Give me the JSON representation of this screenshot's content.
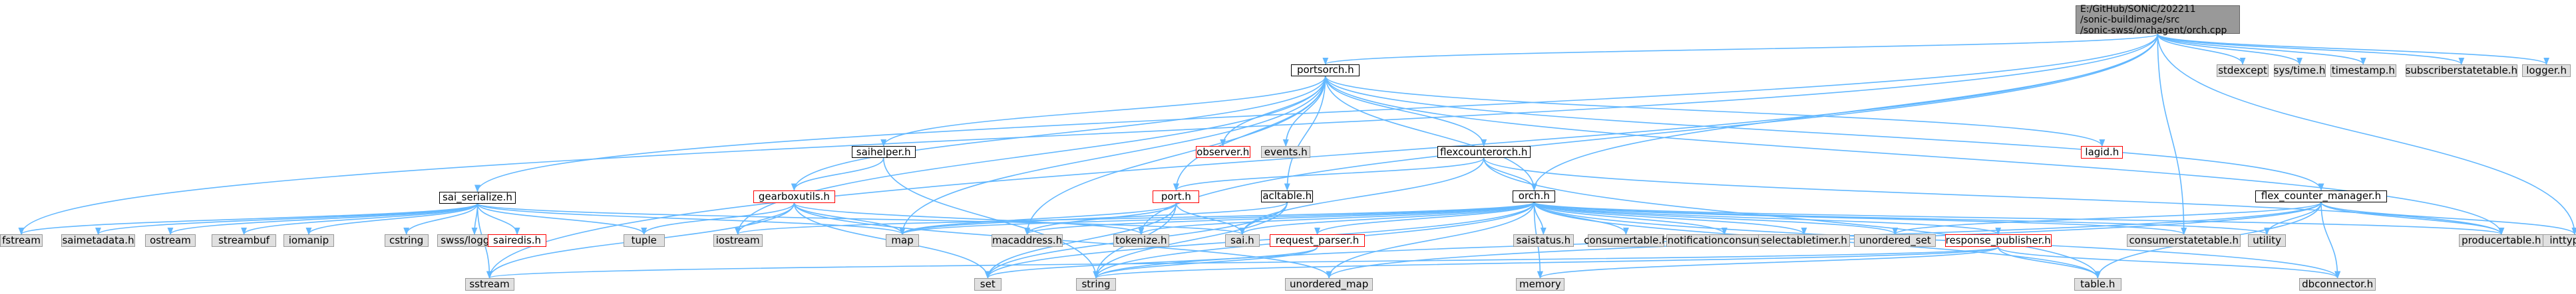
{
  "diagram": {
    "title": "",
    "nodes": [
      {
        "id": "orchcpp",
        "label": "E:/GitHub/SONiC/202211\n/sonic-buildimage/src\n/sonic-swss/orchagent/orch.cpp",
        "kind": "root"
      },
      {
        "id": "portsorch",
        "label": "portsorch.h",
        "kind": "proj"
      },
      {
        "id": "stdexcept",
        "label": "stdexcept",
        "kind": "sys"
      },
      {
        "id": "systime",
        "label": "sys/time.h",
        "kind": "sys"
      },
      {
        "id": "timestamp",
        "label": "timestamp.h",
        "kind": "sys"
      },
      {
        "id": "subscriber",
        "label": "subscriberstatetable.h",
        "kind": "sys"
      },
      {
        "id": "logger",
        "label": "logger.h",
        "kind": "sys"
      },
      {
        "id": "sairedis_ser",
        "label": "sai_serialize.h",
        "kind": "proj"
      },
      {
        "id": "saihelper",
        "label": "saihelper.h",
        "kind": "proj"
      },
      {
        "id": "observer",
        "label": "observer.h",
        "kind": "miss"
      },
      {
        "id": "events",
        "label": "events.h",
        "kind": "sys"
      },
      {
        "id": "flexcounterorch",
        "label": "flexcounterorch.h",
        "kind": "proj"
      },
      {
        "id": "lagid",
        "label": "lagid.h",
        "kind": "miss"
      },
      {
        "id": "gearboxutils",
        "label": "gearboxutils.h",
        "kind": "miss"
      },
      {
        "id": "porth",
        "label": "port.h",
        "kind": "miss"
      },
      {
        "id": "acltable",
        "label": "acltable.h",
        "kind": "proj"
      },
      {
        "id": "orchh",
        "label": "orch.h",
        "kind": "proj"
      },
      {
        "id": "flexmgr",
        "label": "flex_counter_manager.h",
        "kind": "proj"
      },
      {
        "id": "fstream",
        "label": "fstream",
        "kind": "sys"
      },
      {
        "id": "saimetadata",
        "label": "saimetadata.h",
        "kind": "sys"
      },
      {
        "id": "ostream",
        "label": "ostream",
        "kind": "sys"
      },
      {
        "id": "streambuf",
        "label": "streambuf",
        "kind": "sys"
      },
      {
        "id": "iomanip",
        "label": "iomanip",
        "kind": "sys"
      },
      {
        "id": "cstring",
        "label": "cstring",
        "kind": "sys"
      },
      {
        "id": "swsslogger",
        "label": "swss/logger.h",
        "kind": "sys"
      },
      {
        "id": "sairedish",
        "label": "sairedis.h",
        "kind": "miss"
      },
      {
        "id": "tuple",
        "label": "tuple",
        "kind": "sys"
      },
      {
        "id": "iostream",
        "label": "iostream",
        "kind": "sys"
      },
      {
        "id": "map",
        "label": "map",
        "kind": "sys"
      },
      {
        "id": "macaddress",
        "label": "macaddress.h",
        "kind": "sys"
      },
      {
        "id": "tokenize",
        "label": "tokenize.h",
        "kind": "sys"
      },
      {
        "id": "saih",
        "label": "sai.h",
        "kind": "sys"
      },
      {
        "id": "reqparser",
        "label": "request_parser.h",
        "kind": "miss"
      },
      {
        "id": "saistatus",
        "label": "saistatus.h",
        "kind": "sys"
      },
      {
        "id": "consumertable",
        "label": "consumertable.h",
        "kind": "sys"
      },
      {
        "id": "notifconsumer",
        "label": "notificationconsumer.h",
        "kind": "sys"
      },
      {
        "id": "selecttimer",
        "label": "selectabletimer.h",
        "kind": "sys"
      },
      {
        "id": "unordset",
        "label": "unordered_set",
        "kind": "sys"
      },
      {
        "id": "resppub",
        "label": "response_publisher.h",
        "kind": "miss"
      },
      {
        "id": "consumerstate",
        "label": "consumerstatetable.h",
        "kind": "sys"
      },
      {
        "id": "utility",
        "label": "utility",
        "kind": "sys"
      },
      {
        "id": "producertable",
        "label": "producertable.h",
        "kind": "sys"
      },
      {
        "id": "inttypes",
        "label": "inttypes.h",
        "kind": "sys"
      },
      {
        "id": "sstream",
        "label": "sstream",
        "kind": "sys"
      },
      {
        "id": "set",
        "label": "set",
        "kind": "sys"
      },
      {
        "id": "string",
        "label": "string",
        "kind": "sys"
      },
      {
        "id": "unordmap",
        "label": "unordered_map",
        "kind": "sys"
      },
      {
        "id": "memory",
        "label": "memory",
        "kind": "sys"
      },
      {
        "id": "table",
        "label": "table.h",
        "kind": "sys"
      },
      {
        "id": "dbconnector",
        "label": "dbconnector.h",
        "kind": "sys"
      }
    ],
    "edges": [
      [
        "orchcpp",
        "portsorch"
      ],
      [
        "orchcpp",
        "stdexcept"
      ],
      [
        "orchcpp",
        "systime"
      ],
      [
        "orchcpp",
        "timestamp"
      ],
      [
        "orchcpp",
        "subscriber"
      ],
      [
        "orchcpp",
        "logger"
      ],
      [
        "orchcpp",
        "sairedis_ser"
      ],
      [
        "orchcpp",
        "orchh"
      ],
      [
        "orchcpp",
        "fstream"
      ],
      [
        "orchcpp",
        "inttypes"
      ],
      [
        "orchcpp",
        "consumerstate"
      ],
      [
        "orchcpp",
        "sstream"
      ],
      [
        "orchcpp",
        "tokenize"
      ],
      [
        "portsorch",
        "saihelper"
      ],
      [
        "portsorch",
        "observer"
      ],
      [
        "portsorch",
        "events"
      ],
      [
        "portsorch",
        "flexcounterorch"
      ],
      [
        "portsorch",
        "lagid"
      ],
      [
        "portsorch",
        "gearboxutils"
      ],
      [
        "portsorch",
        "porth"
      ],
      [
        "portsorch",
        "acltable"
      ],
      [
        "portsorch",
        "orchh"
      ],
      [
        "portsorch",
        "flexmgr"
      ],
      [
        "portsorch",
        "map"
      ],
      [
        "portsorch",
        "macaddress"
      ],
      [
        "portsorch",
        "iostream"
      ],
      [
        "portsorch",
        "producertable"
      ],
      [
        "sairedis_ser",
        "fstream"
      ],
      [
        "sairedis_ser",
        "saimetadata"
      ],
      [
        "sairedis_ser",
        "ostream"
      ],
      [
        "sairedis_ser",
        "streambuf"
      ],
      [
        "sairedis_ser",
        "iomanip"
      ],
      [
        "sairedis_ser",
        "cstring"
      ],
      [
        "sairedis_ser",
        "swsslogger"
      ],
      [
        "sairedis_ser",
        "sairedish"
      ],
      [
        "sairedis_ser",
        "tuple"
      ],
      [
        "sairedis_ser",
        "map"
      ],
      [
        "sairedis_ser",
        "saih"
      ],
      [
        "sairedis_ser",
        "sstream"
      ],
      [
        "saihelper",
        "gearboxutils"
      ],
      [
        "saihelper",
        "string"
      ],
      [
        "gearboxutils",
        "tuple"
      ],
      [
        "gearboxutils",
        "iostream"
      ],
      [
        "gearboxutils",
        "map"
      ],
      [
        "gearboxutils",
        "tokenize"
      ],
      [
        "gearboxutils",
        "set"
      ],
      [
        "gearboxutils",
        "sstream"
      ],
      [
        "gearboxutils",
        "unordmap"
      ],
      [
        "flexcounterorch",
        "porth"
      ],
      [
        "flexcounterorch",
        "orchh"
      ],
      [
        "flexcounterorch",
        "saih"
      ],
      [
        "flexcounterorch",
        "producertable"
      ],
      [
        "flexcounterorch",
        "table"
      ],
      [
        "porth",
        "map"
      ],
      [
        "porth",
        "macaddress"
      ],
      [
        "porth",
        "saih"
      ],
      [
        "porth",
        "set"
      ],
      [
        "porth",
        "string"
      ],
      [
        "acltable",
        "map"
      ],
      [
        "acltable",
        "saih"
      ],
      [
        "acltable",
        "set"
      ],
      [
        "acltable",
        "string"
      ],
      [
        "orchh",
        "map"
      ],
      [
        "orchh",
        "macaddress"
      ],
      [
        "orchh",
        "tokenize"
      ],
      [
        "orchh",
        "saih"
      ],
      [
        "orchh",
        "reqparser"
      ],
      [
        "orchh",
        "saistatus"
      ],
      [
        "orchh",
        "consumertable"
      ],
      [
        "orchh",
        "notifconsumer"
      ],
      [
        "orchh",
        "selecttimer"
      ],
      [
        "orchh",
        "unordset"
      ],
      [
        "orchh",
        "resppub"
      ],
      [
        "orchh",
        "consumerstate"
      ],
      [
        "orchh",
        "utility"
      ],
      [
        "orchh",
        "producertable"
      ],
      [
        "orchh",
        "string"
      ],
      [
        "orchh",
        "unordmap"
      ],
      [
        "orchh",
        "memory"
      ],
      [
        "orchh",
        "table"
      ],
      [
        "orchh",
        "dbconnector"
      ],
      [
        "orchh",
        "set"
      ],
      [
        "orchh",
        "iostream"
      ],
      [
        "reqparser",
        "set"
      ],
      [
        "reqparser",
        "string"
      ],
      [
        "resppub",
        "memory"
      ],
      [
        "resppub",
        "string"
      ],
      [
        "resppub",
        "table"
      ],
      [
        "resppub",
        "dbconnector"
      ],
      [
        "resppub",
        "sstream"
      ],
      [
        "flexmgr",
        "unordset"
      ],
      [
        "flexmgr",
        "utility"
      ],
      [
        "flexmgr",
        "producertable"
      ],
      [
        "flexmgr",
        "inttypes"
      ],
      [
        "flexmgr",
        "string"
      ],
      [
        "flexmgr",
        "unordmap"
      ],
      [
        "flexmgr",
        "table"
      ],
      [
        "flexmgr",
        "dbconnector"
      ]
    ]
  }
}
